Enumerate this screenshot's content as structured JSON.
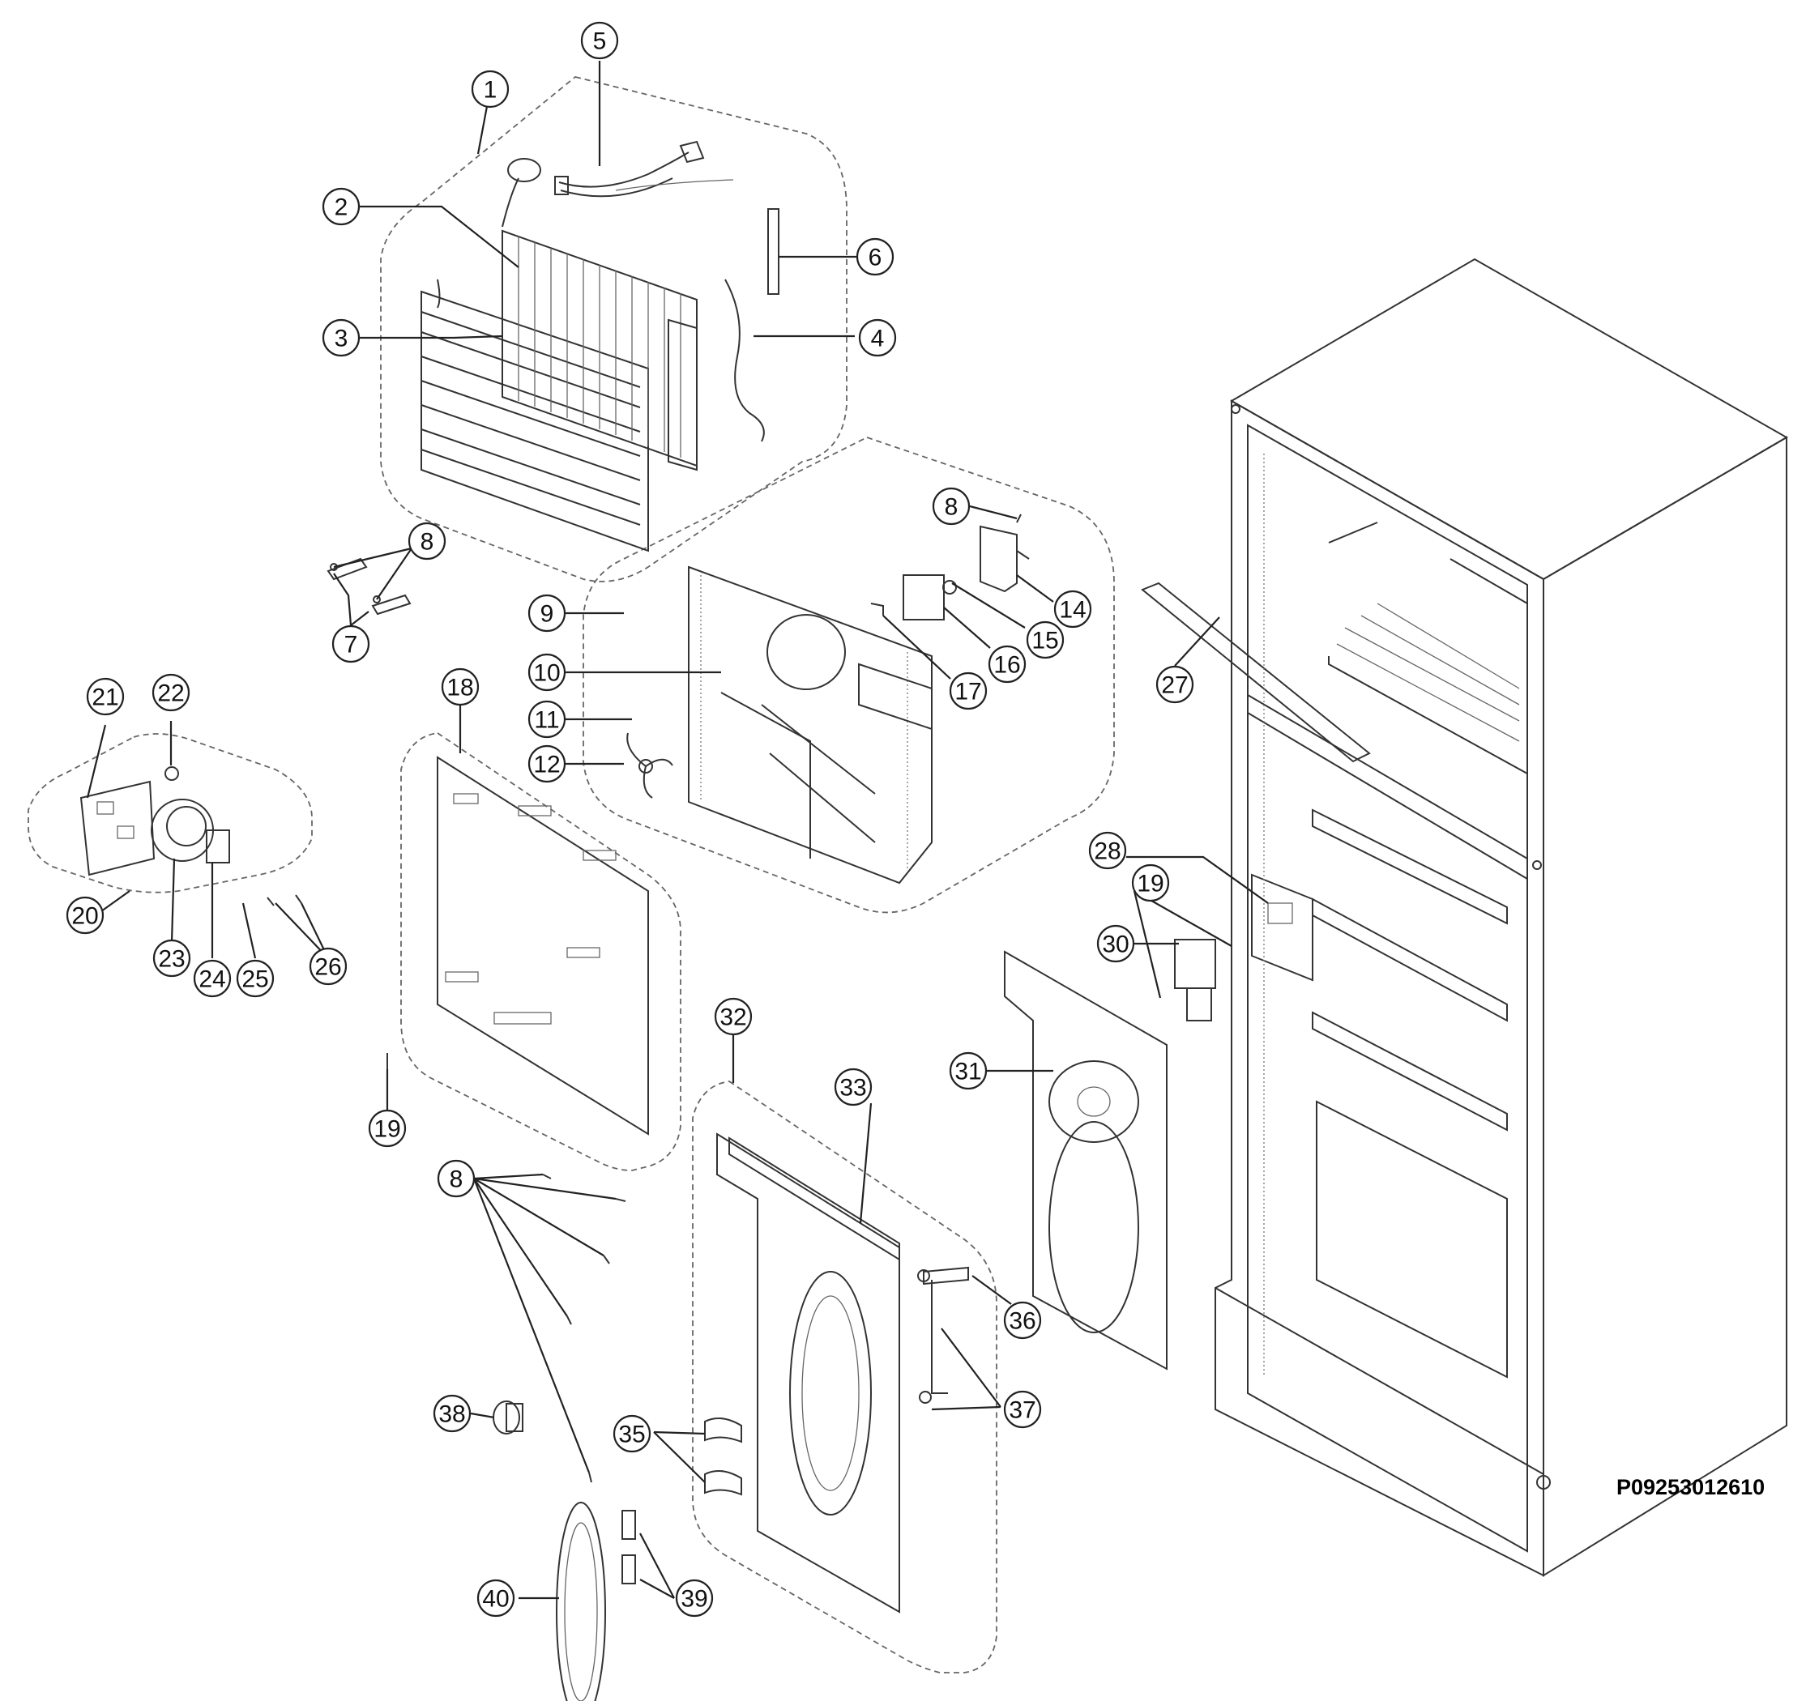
{
  "drawing_code": "P09253012610",
  "callouts": [
    {
      "n": "1"
    },
    {
      "n": "2"
    },
    {
      "n": "3"
    },
    {
      "n": "4"
    },
    {
      "n": "5"
    },
    {
      "n": "6"
    },
    {
      "n": "7"
    },
    {
      "n": "8"
    },
    {
      "n": "8"
    },
    {
      "n": "8"
    },
    {
      "n": "9"
    },
    {
      "n": "10"
    },
    {
      "n": "11"
    },
    {
      "n": "12"
    },
    {
      "n": "14"
    },
    {
      "n": "15"
    },
    {
      "n": "16"
    },
    {
      "n": "17"
    },
    {
      "n": "18"
    },
    {
      "n": "19"
    },
    {
      "n": "19"
    },
    {
      "n": "20"
    },
    {
      "n": "21"
    },
    {
      "n": "22"
    },
    {
      "n": "23"
    },
    {
      "n": "24"
    },
    {
      "n": "25"
    },
    {
      "n": "26"
    },
    {
      "n": "27"
    },
    {
      "n": "28"
    },
    {
      "n": "30"
    },
    {
      "n": "31"
    },
    {
      "n": "32"
    },
    {
      "n": "33"
    },
    {
      "n": "35"
    },
    {
      "n": "36"
    },
    {
      "n": "37"
    },
    {
      "n": "38"
    },
    {
      "n": "39"
    },
    {
      "n": "40"
    }
  ]
}
